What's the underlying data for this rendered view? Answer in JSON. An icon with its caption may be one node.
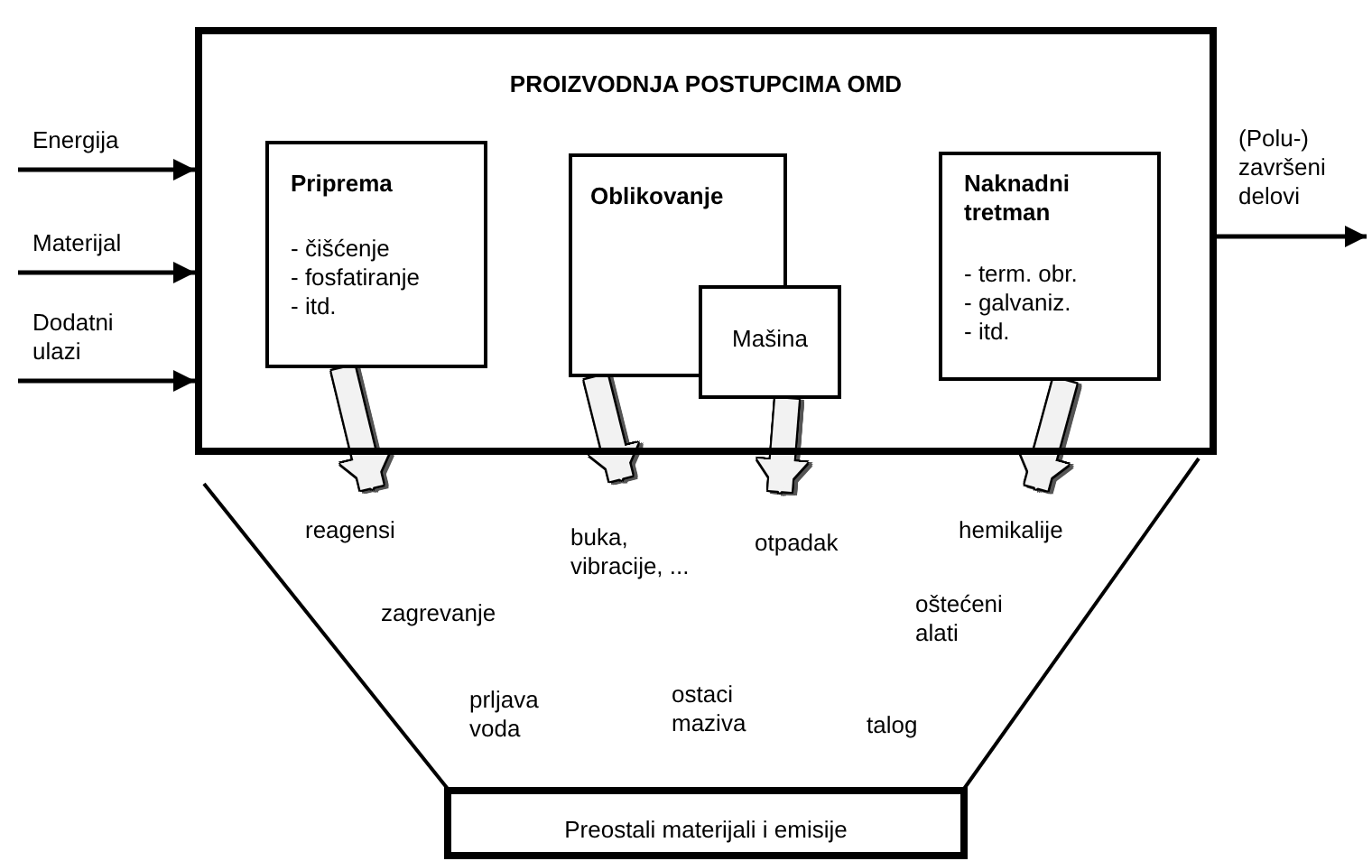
{
  "diagram": {
    "nodes": [
      {
        "text": [
          "PROIZVODNJA POSTUPCIMA OMD"
        ]
      },
      {
        "text": [
          "Priprema",
          "- čišćenje",
          "- fosfatiranje",
          "- itd."
        ],
        "in": 0
      },
      {
        "text": [
          "Oblikovanje"
        ],
        "in": 0
      },
      {
        "text": [
          "Mašina"
        ],
        "in": 0
      },
      {
        "text": [
          "Naknadni tretman",
          "- term. obr.",
          "- galvaniz.",
          "- itd."
        ],
        "in": 0
      },
      {
        "text": [
          "Preostali materijali i emisije"
        ]
      }
    ],
    "edges": [
      {
        "from": null,
        "to": 0,
        "arrow": "to",
        "label": "Energija"
      },
      {
        "from": null,
        "to": 0,
        "arrow": "to",
        "label": "Materijal"
      },
      {
        "from": null,
        "to": 0,
        "arrow": "to",
        "label": "Dodatni ulazi"
      },
      {
        "from": 0,
        "to": null,
        "arrow": "to",
        "label": "(Polu-) završeni delovi"
      },
      {
        "from": 1,
        "to": null,
        "arrow": "to",
        "style": "thick",
        "color": "#f2f2f2"
      },
      {
        "from": 2,
        "to": null,
        "arrow": "to",
        "style": "thick",
        "color": "#f2f2f2"
      },
      {
        "from": 3,
        "to": null,
        "arrow": "to",
        "style": "thick",
        "color": "#f2f2f2"
      },
      {
        "from": 4,
        "to": null,
        "arrow": "to",
        "style": "thick",
        "color": "#f2f2f2"
      }
    ],
    "labels": [
      "reagensi",
      "buka, vibracije, ...",
      "otpadak",
      "hemikalije",
      "zagrevanje",
      "oštećeni alati",
      "prljava voda",
      "ostaci maziva",
      "talog"
    ]
  }
}
